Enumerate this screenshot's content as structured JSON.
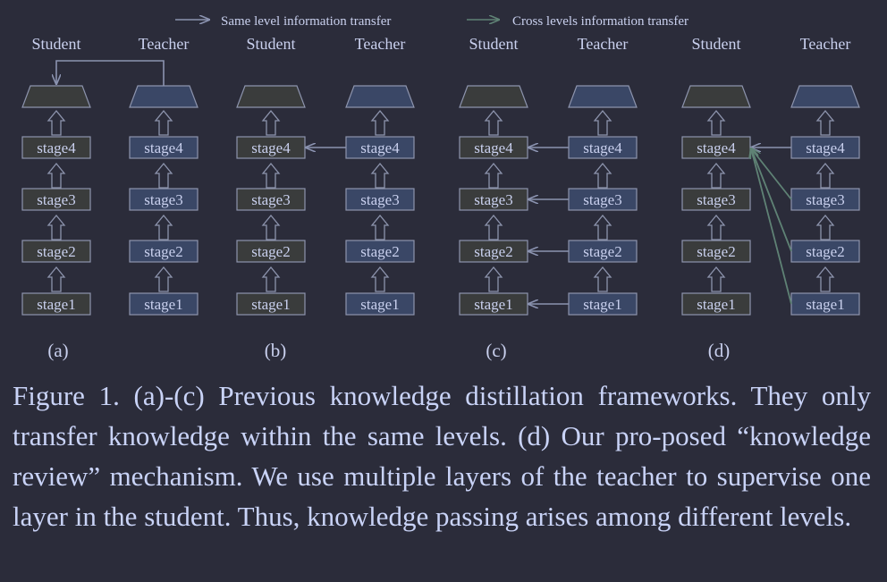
{
  "legend": {
    "same_level": "Same level information transfer",
    "cross_levels": "Cross levels information transfer"
  },
  "roles": {
    "student": "Student",
    "teacher": "Teacher"
  },
  "stages": [
    "stage4",
    "stage3",
    "stage2",
    "stage1"
  ],
  "panels": [
    {
      "label": "(a)",
      "transfer": "output-only"
    },
    {
      "label": "(b)",
      "transfer": "same-level-top"
    },
    {
      "label": "(c)",
      "transfer": "same-level-all"
    },
    {
      "label": "(d)",
      "transfer": "cross-level"
    }
  ],
  "colors": {
    "background": "#2b2c3a",
    "student_fill": "#3a3c3c",
    "teacher_fill": "#3a4766",
    "box_stroke": "#8d94ad",
    "same_level_arrow": "#8b93b0",
    "cross_level_arrow": "#5f8275",
    "text": "#c9d0ee"
  },
  "caption": "Figure 1. (a)-(c) Previous knowledge distillation frameworks. They only transfer knowledge within the same levels. (d) Our pro-posed “knowledge review” mechanism. We use multiple layers of the teacher to supervise one layer in the student. Thus, knowledge passing arises among different levels."
}
